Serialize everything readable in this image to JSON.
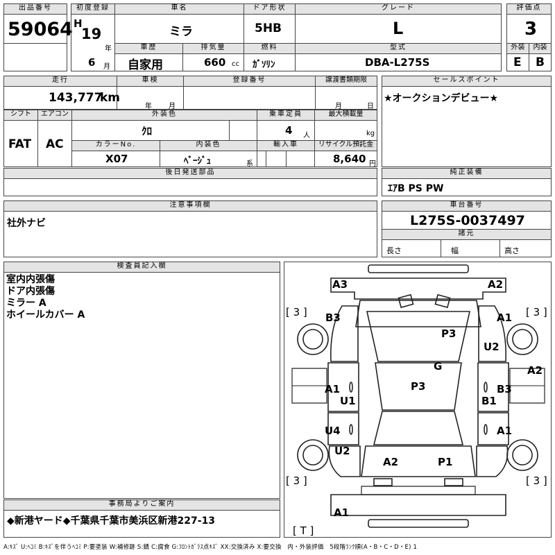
{
  "header": {
    "lot_label": "出品番号",
    "lot": "59064",
    "reg_label": "初度登録",
    "era": "H",
    "year": "19",
    "year_unit": "年",
    "month": "6",
    "month_unit": "月",
    "name_label": "車名",
    "name": "ミラ",
    "door_label": "ドア形状",
    "door": "5HB",
    "grade_label": "グレード",
    "grade": "L",
    "score_label": "評価点",
    "score": "3",
    "history_label": "車歴",
    "history": "自家用",
    "disp_label": "排気量",
    "disp": "660",
    "disp_unit": "cc",
    "fuel_label": "燃料",
    "fuel": "ｶﾞｿﾘﾝ",
    "model_label": "型式",
    "model": "DBA-L275S",
    "ext_label": "外装",
    "ext": "E",
    "int_label": "内装",
    "int": "B"
  },
  "row2": {
    "mileage_label": "走行",
    "mileage": "143,777",
    "mileage_unit": "km",
    "inspection_label": "車検",
    "insp_year_unit": "年",
    "insp_month_unit": "月",
    "regno_label": "登録番号",
    "transfer_label": "譲渡書類期限",
    "tr_month_unit": "月",
    "tr_day_unit": "日",
    "sales_label": "セールスポイント",
    "sales": "★オークションデビュー★",
    "shift_label": "シフト",
    "shift": "FAT",
    "ac_label": "エアコン",
    "ac": "AC",
    "color_label": "外装色",
    "color": "ｸﾛ",
    "capacity_label": "乗車定員",
    "capacity": "4",
    "capacity_unit": "人",
    "load_label": "最大積載量",
    "load_unit": "kg",
    "colorno_label": "カラーNo.",
    "colorno": "X07",
    "intcolor_label": "内装色",
    "intcolor": "ﾍﾞｰｼﾞｭ",
    "intcolor_unit": "系",
    "import_label": "輸入車",
    "recycle_label": "リサイクル預託金",
    "recycle": "8,640",
    "recycle_unit": "円",
    "later_label": "後日発送部品",
    "equip_label": "純正装備",
    "equip": "ｴｱB PS PW"
  },
  "notes": {
    "caution_label": "注意事項欄",
    "caution": "社外ナビ",
    "chassis_label": "車台番号",
    "chassis": "L275S-0037497",
    "spec_label": "諸元",
    "length": "長さ",
    "width": "幅",
    "height": "高さ"
  },
  "inspector": {
    "label": "検査員記入欄",
    "lines": [
      "室内内張傷",
      "ドア内張傷",
      "ミラー A",
      "ホイールカバー A"
    ]
  },
  "office": {
    "label": "事務局よりご案内",
    "text": "◆新港ヤード◆千葉県千葉市美浜区新港227-13"
  },
  "legend": "A:ｷｽﾞ U:ﾍｺﾐ B:ｷｽﾞを伴うﾍｺﾐ P:要塗装 W:補修跡 S:錆 C:腐食 G:ﾌﾛﾝﾄｶﾞﾗｽ点ｷｽﾞ XX:交換済み X:要交換　内・外装評価　5段階ﾗﾝｸ順(A・B・C・D・E) 1",
  "diagram": {
    "d_a3": "A3",
    "d_a2top": "A2",
    "d_b3": "B3",
    "d_a1r": "A1",
    "d_p3top": "P3",
    "d_u2r": "U2",
    "d_a2r": "A2",
    "d_g": "G",
    "d_a1l": "A1",
    "d_p3": "P3",
    "d_b3r": "B3",
    "d_u1": "U1",
    "d_b1": "B1",
    "d_u4": "U4",
    "d_a1rr": "A1",
    "d_u2l": "U2",
    "d_a2b": "A2",
    "d_p1": "P1",
    "d_a1b": "A1",
    "w_fl": "[ 3 ]",
    "w_fr": "[ 3 ]",
    "w_rl": "[ 3 ]",
    "w_rr": "[ 3 ]",
    "w_t": "[ T ]"
  }
}
